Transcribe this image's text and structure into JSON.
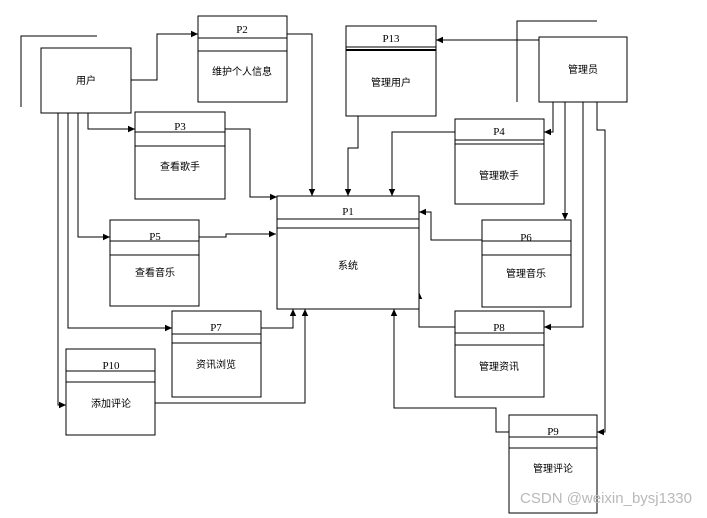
{
  "entities": {
    "user": "用户",
    "admin": "管理员"
  },
  "processes": {
    "p1": {
      "id": "P1",
      "label": "系统"
    },
    "p2": {
      "id": "P2",
      "label": "维护个人信息"
    },
    "p3": {
      "id": "P3",
      "label": "查看歌手"
    },
    "p4": {
      "id": "P4",
      "label": "管理歌手"
    },
    "p5": {
      "id": "P5",
      "label": "查看音乐"
    },
    "p6": {
      "id": "P6",
      "label": "管理音乐"
    },
    "p7": {
      "id": "P7",
      "label": "资讯浏览"
    },
    "p8": {
      "id": "P8",
      "label": "管理资讯"
    },
    "p9": {
      "id": "P9",
      "label": "管理评论"
    },
    "p10": {
      "id": "P10",
      "label": "添加评论"
    },
    "p13": {
      "id": "P13",
      "label": "管理用户"
    }
  },
  "watermark": "CSDN @weixin_bysj1330"
}
